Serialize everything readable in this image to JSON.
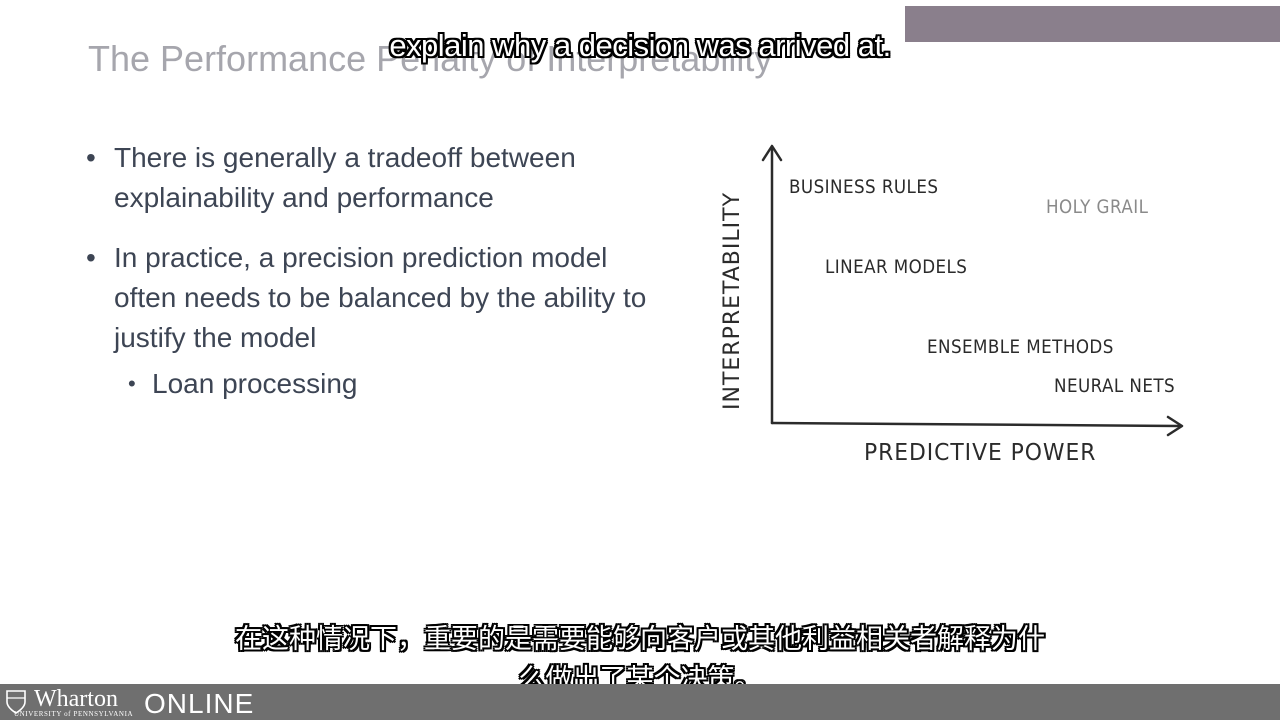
{
  "slide": {
    "title": "The Performance Penalty of Interpretability",
    "bullets": [
      "There is generally a tradeoff between explainability and performance",
      "In practice, a precision prediction model often needs to be balanced by the ability to justify the model"
    ],
    "sub_bullets": [
      "Loan processing"
    ]
  },
  "diagram": {
    "y_axis_label": "INTERPRETABILITY",
    "x_axis_label": "PREDICTIVE POWER",
    "items": [
      {
        "label": "BUSINESS RULES"
      },
      {
        "label": "HOLY GRAIL"
      },
      {
        "label": "LINEAR MODELS"
      },
      {
        "label": "ENSEMBLE METHODS"
      },
      {
        "label": "NEURAL NETS"
      }
    ]
  },
  "captions": {
    "english": "explain why a decision was arrived at.",
    "chinese_line1": "在这种情况下，重要的是需要能够向客户或其他利益相关者解释为什",
    "chinese_line2": "么做出了某个决策。"
  },
  "footer": {
    "logo_name": "Wharton",
    "logo_sub": "UNIVERSITY of PENNSYLVANIA",
    "logo_suffix": "ONLINE"
  },
  "colors": {
    "title": "#a6a6ad",
    "body_text": "#3d4554",
    "footer_bg": "#6f6f6f",
    "top_bar": "#8a7f8c"
  }
}
